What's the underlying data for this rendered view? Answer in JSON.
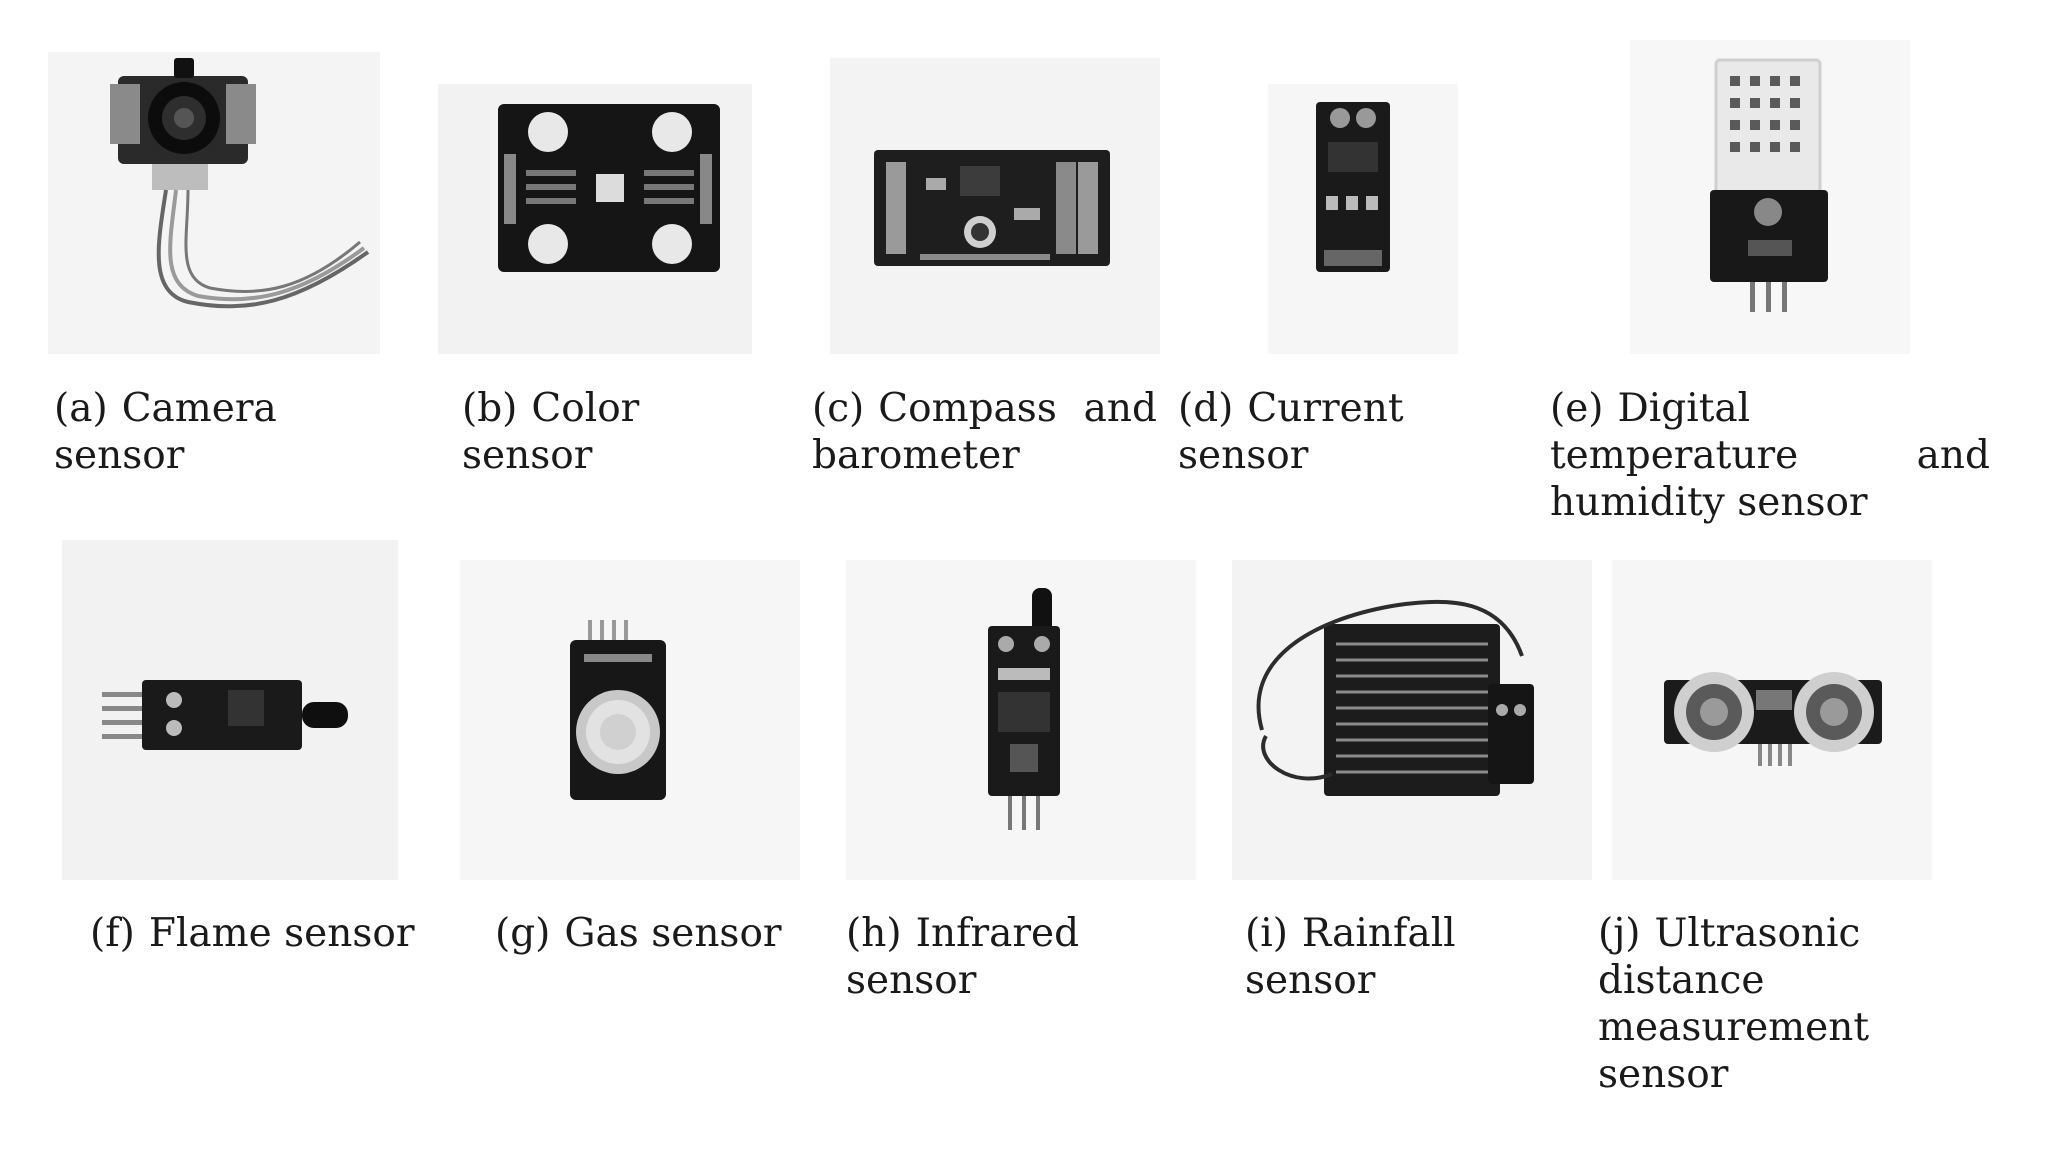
{
  "figure": {
    "panels": [
      {
        "label": "(a)",
        "caption": "Camera sensor",
        "icon": "camera-sensor-photo"
      },
      {
        "label": "(b)",
        "caption": "Color sensor",
        "icon": "color-sensor-photo"
      },
      {
        "label": "(c)",
        "caption": "Compass and barometer",
        "icon": "compass-barometer-photo"
      },
      {
        "label": "(d)",
        "caption": "Current sensor",
        "icon": "current-sensor-photo"
      },
      {
        "label": "(e)",
        "caption": "Digital temperature and humidity sensor",
        "icon": "temperature-humidity-sensor-photo"
      },
      {
        "label": "(f)",
        "caption": "Flame sensor",
        "icon": "flame-sensor-photo"
      },
      {
        "label": "(g)",
        "caption": "Gas sensor",
        "icon": "gas-sensor-photo"
      },
      {
        "label": "(h)",
        "caption": "Infrared sensor",
        "icon": "infrared-sensor-photo"
      },
      {
        "label": "(i)",
        "caption": "Rainfall sensor",
        "icon": "rainfall-sensor-photo"
      },
      {
        "label": "(j)",
        "caption": "Ultrasonic distance measurement sensor",
        "icon": "ultrasonic-sensor-photo"
      }
    ],
    "colors": {
      "background": "#ffffff",
      "pcb": "#1b1b1b",
      "photo_bg": "#f3f3f3",
      "text": "#1a1a1a"
    }
  }
}
